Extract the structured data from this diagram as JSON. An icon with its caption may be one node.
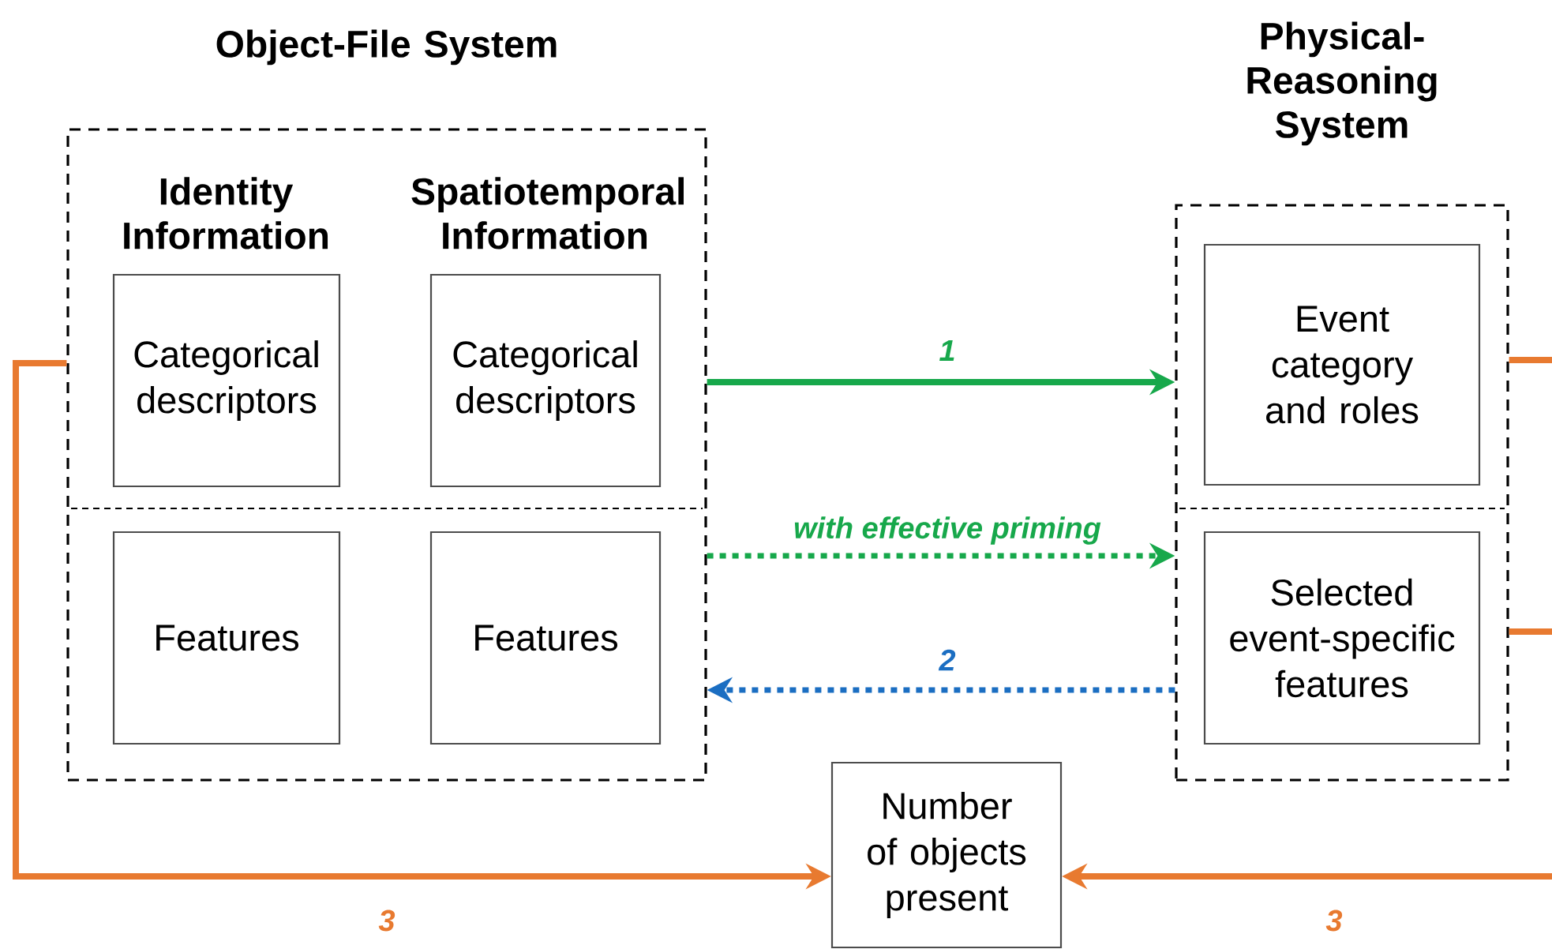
{
  "diagram": {
    "nodes": [
      {
        "text": [
          "Object-File System",
          "Identity Information",
          "Spatiotemporal Information"
        ]
      },
      {
        "text": [
          "Categorical descriptors"
        ],
        "in": 0
      },
      {
        "text": [
          "Categorical descriptors"
        ],
        "in": 0
      },
      {
        "text": [
          "Features"
        ],
        "in": 0
      },
      {
        "text": [
          "Features"
        ],
        "in": 0
      },
      {
        "text": [
          "Physical-Reasoning System"
        ]
      },
      {
        "text": [
          "Event category and roles"
        ],
        "in": 5
      },
      {
        "text": [
          "Selected event-specific features"
        ],
        "in": 5
      },
      {
        "text": [
          "Number of objects present"
        ]
      }
    ],
    "edges": [
      {
        "from": 0,
        "to": 8,
        "arrow": "to",
        "label": "3"
      },
      {
        "from": 0,
        "to": 5,
        "arrow": "to",
        "label": "1",
        "color": "#17a84b"
      },
      {
        "from": 0,
        "to": 5,
        "arrow": "to",
        "label": "with effective priming",
        "style": "dashed",
        "color": "#17a84b"
      },
      {
        "from": 5,
        "to": 0,
        "arrow": "to",
        "label": "2",
        "style": "dashed",
        "color": "#1b6ec2"
      },
      {
        "from": 5,
        "to": null,
        "arrow": "none"
      },
      {
        "from": 5,
        "to": null,
        "arrow": "none"
      },
      {
        "from": null,
        "to": 8,
        "arrow": "to",
        "label": "3"
      }
    ]
  }
}
